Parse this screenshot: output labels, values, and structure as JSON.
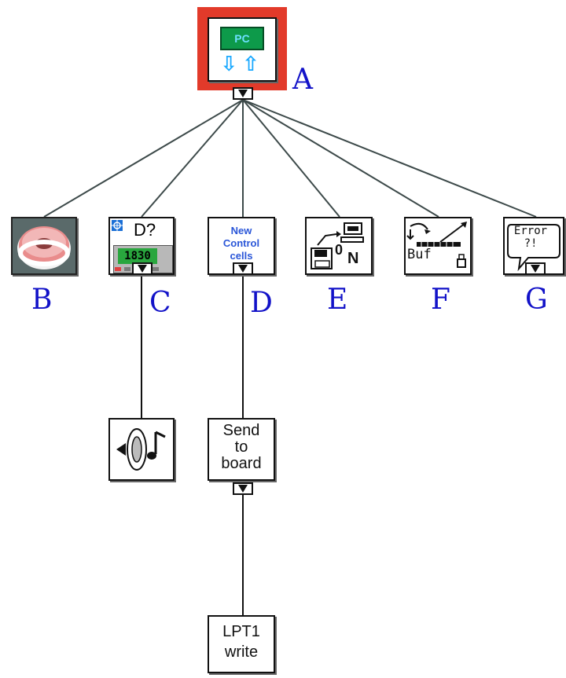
{
  "nodes": {
    "a": {
      "letter": "A",
      "screen_label": "PC",
      "arrows": "⇩⇧",
      "icon": "pc-transfer-icon"
    },
    "b": {
      "letter": "B",
      "icon": "donut-icon"
    },
    "c": {
      "letter": "C",
      "title": "D?",
      "lcd": "1830",
      "icon": "device-panel-icon"
    },
    "c_child": {
      "icon": "speaker-music-icon"
    },
    "d": {
      "letter": "D",
      "label": "New\nControl\ncells"
    },
    "d_child": {
      "label": "Send\nto\nboard"
    },
    "d_grandchild": {
      "label": "LPT1\nwrite"
    },
    "e": {
      "letter": "E",
      "zero": "0",
      "n": "N",
      "icon": "disk-transfer-icon"
    },
    "f": {
      "letter": "F",
      "buffer": "Buf",
      "icon": "buffer-icon"
    },
    "g": {
      "letter": "G",
      "bubble": "Error\n?!",
      "icon": "error-bubble-icon"
    }
  },
  "colors": {
    "root_highlight": "#e23a2a",
    "letter": "#1212c8",
    "edge": "#3d4a4a"
  }
}
